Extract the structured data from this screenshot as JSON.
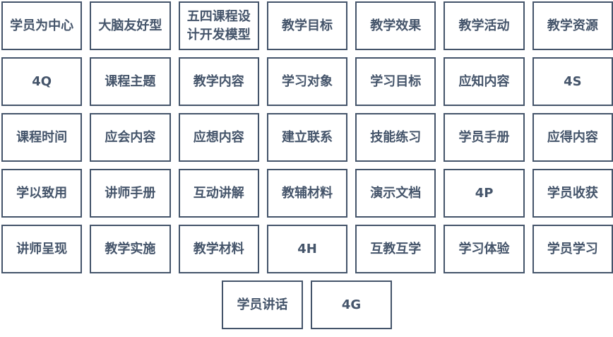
{
  "rows": [
    [
      "学员为中心",
      "大脑友好型",
      "五四课程设计开发模型",
      "教学目标",
      "教学效果",
      "教学活动",
      "教学资源"
    ],
    [
      "4Q",
      "课程主题",
      "教学内容",
      "学习对象",
      "学习目标",
      "应知内容",
      "4S"
    ],
    [
      "课程时间",
      "应会内容",
      "应想内容",
      "建立联系",
      "技能练习",
      "学员手册",
      "应得内容"
    ],
    [
      "学以致用",
      "讲师手册",
      "互动讲解",
      "教辅材料",
      "演示文档",
      "4P",
      "学员收获"
    ],
    [
      "讲师呈现",
      "教学实施",
      "教学材料",
      "4H",
      "互教互学",
      "学习体验",
      "学员学习"
    ],
    [
      "学员讲话",
      "4G"
    ]
  ],
  "colors": {
    "border": "#44546a",
    "text": "#44546a",
    "background": "#ffffff"
  }
}
